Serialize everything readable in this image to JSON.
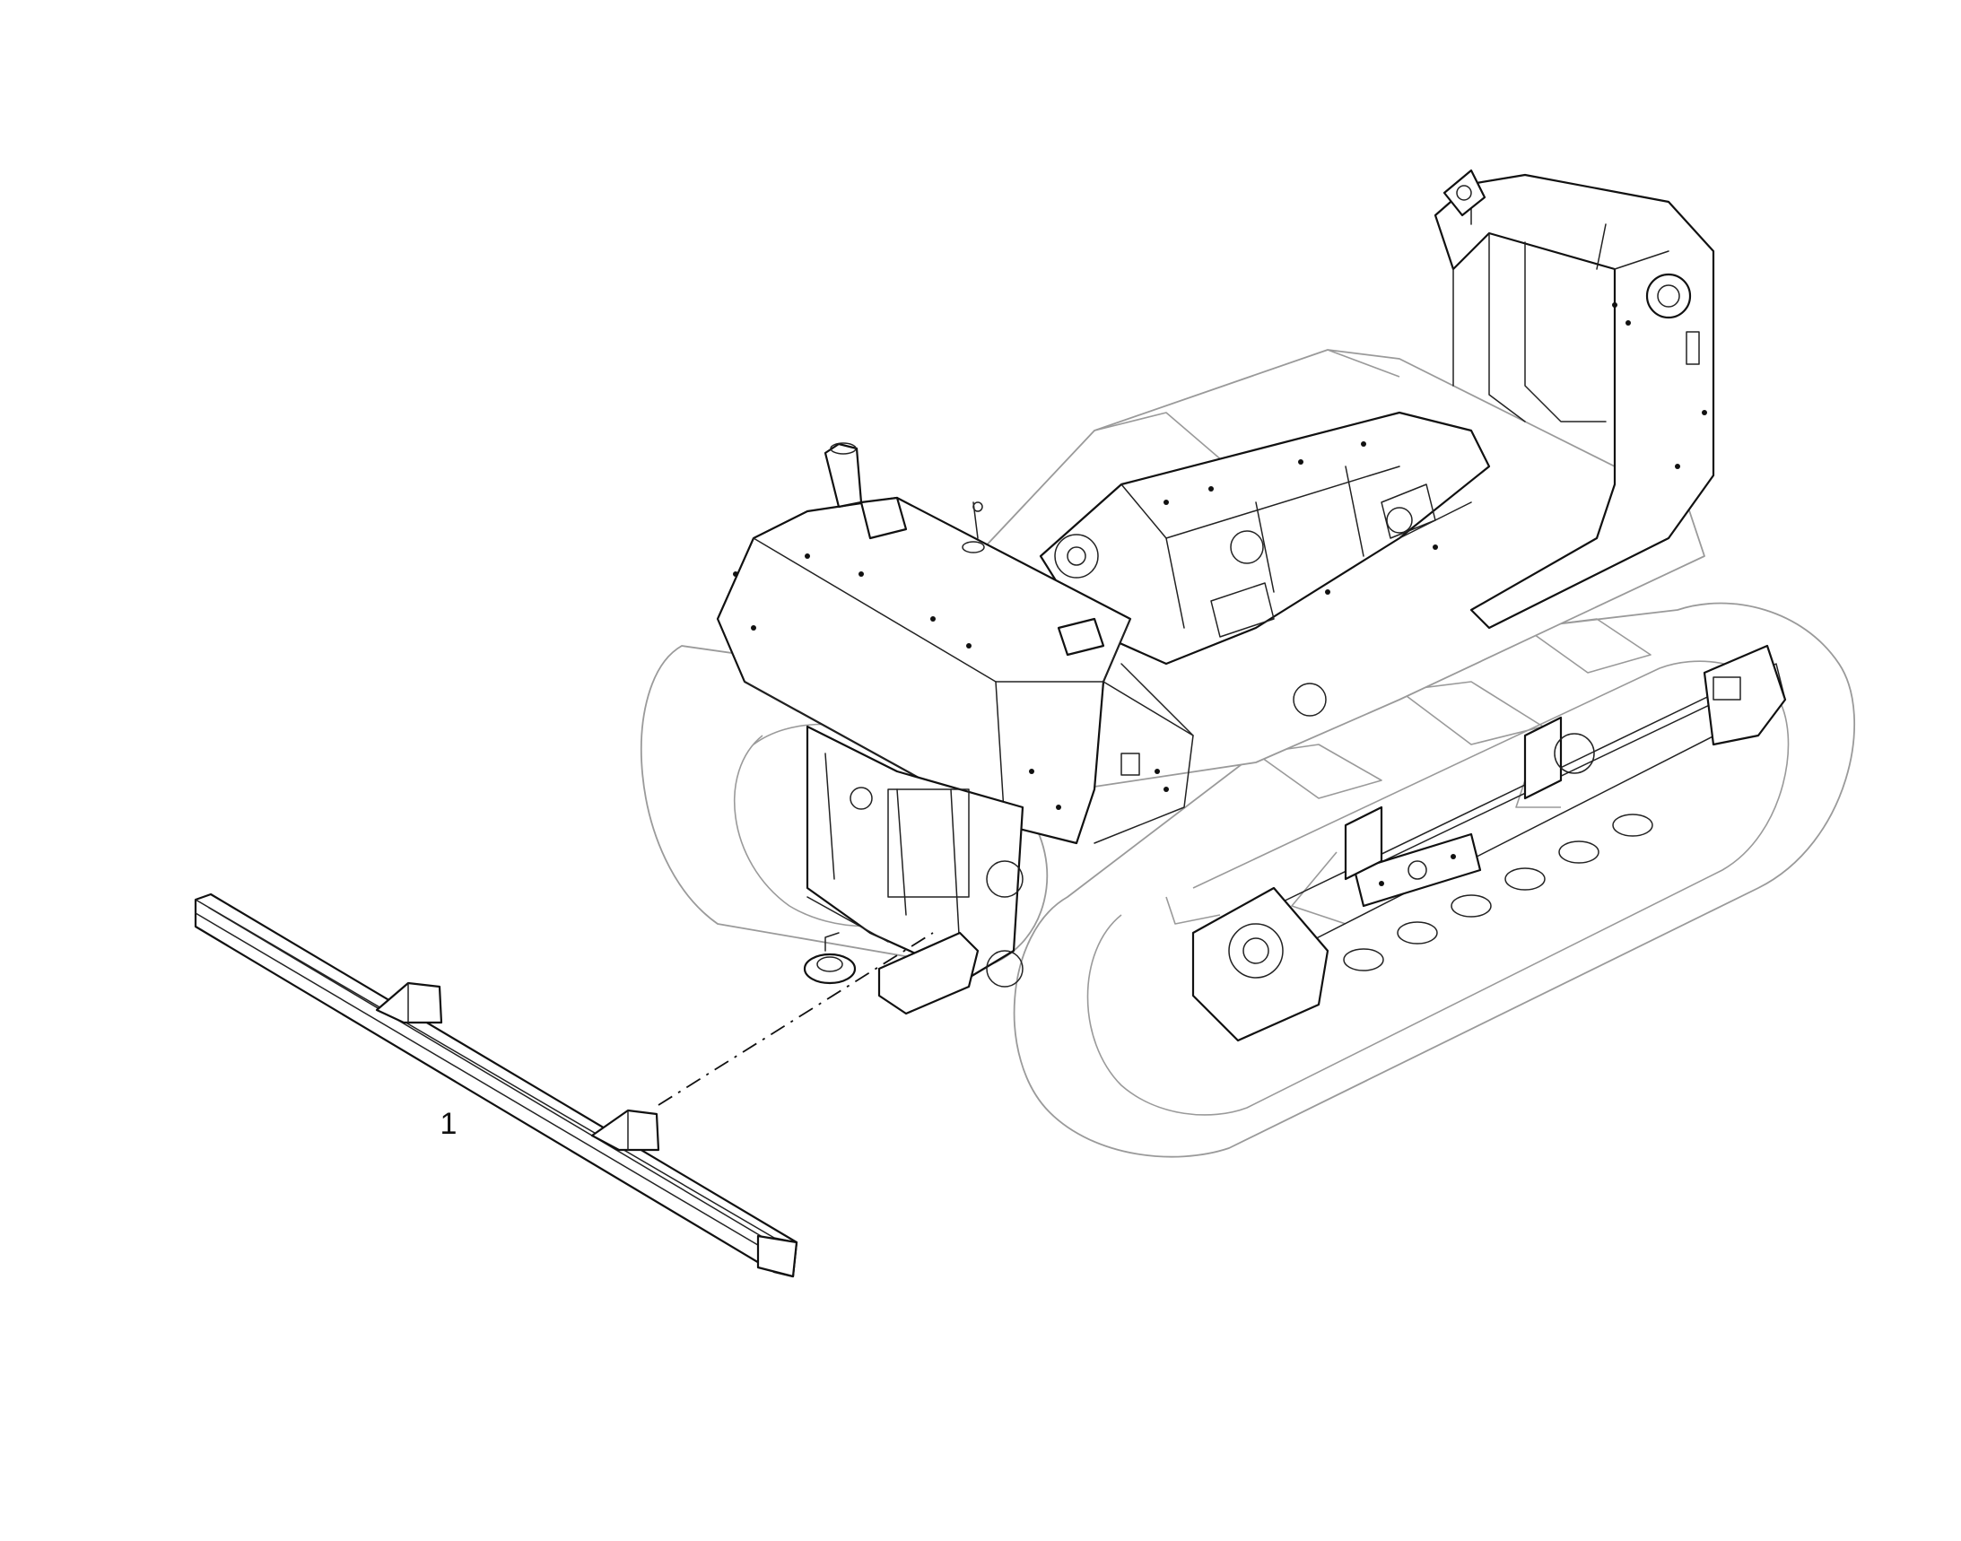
{
  "diagram": {
    "callouts": [
      {
        "id": "callout-1",
        "label": "1",
        "part": "bar"
      }
    ],
    "leader_style": "dash-dot"
  },
  "colors": {
    "line": "#111111",
    "ghost_line": "#9a9a9a",
    "background": "#ffffff"
  }
}
